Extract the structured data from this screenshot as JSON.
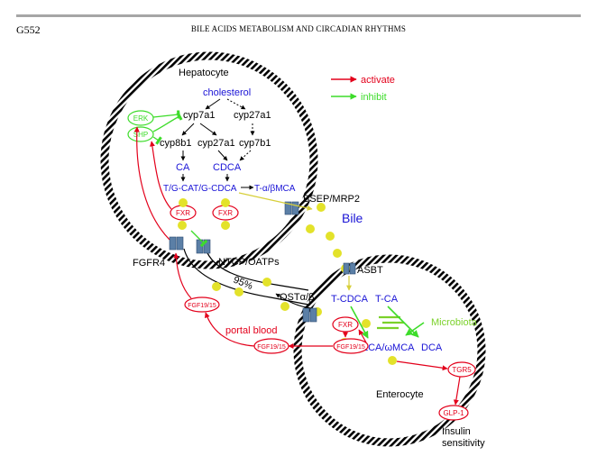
{
  "header": {
    "page_code": "G552",
    "running_title": "BILE ACIDS METABOLISM AND CIRCADIAN RHYTHMS"
  },
  "colors": {
    "activate": "#e3001b",
    "inhibit": "#3ddc2a",
    "bile_acid_blue": "#1a14d6",
    "membrane": "#000000",
    "transporter": "#5b7fa6",
    "bile_dot": "#e3e22a",
    "microbiota": "#7bd12a"
  },
  "legend": {
    "activate": "activate",
    "inhibit": "inhibit"
  },
  "hepatocyte": {
    "label": "Hepatocyte",
    "cholesterol": "cholesterol",
    "cyp7a1": "cyp7a1",
    "cyp27a1_top": "cyp27a1",
    "cyp8b1": "cyp8b1",
    "cyp27a1_mid": "cyp27a1",
    "cyp7b1": "cyp7b1",
    "ca": "CA",
    "cdca": "CDCA",
    "conjugates": "T/G-CAT/G-CDCA",
    "mca": "T-α/βMCA",
    "erk": "ERK",
    "shp": "SHP",
    "fxr_left": "FXR",
    "fxr_right": "FXR"
  },
  "transporters": {
    "bsep": "BSEP/MRP2",
    "ntcp": "NTCP/OATPs",
    "fgfr4": "FGFR4",
    "asbt": "ASBT",
    "ost": "OSTα/β"
  },
  "bile": "Bile",
  "percent": "95%",
  "portal": {
    "portal_blood": "portal blood",
    "fgf_upper": "FGF19/15",
    "fgf_lower": "FGF19/15"
  },
  "enterocyte": {
    "label": "Enterocyte",
    "tcdca": "T-CDCA",
    "tca": "T-CA",
    "microbiota": "Microbiota",
    "lca": "LCA/ωMCA",
    "dca": "DCA",
    "fxr": "FXR",
    "fgf": "FGF19/15",
    "tgr5": "TGR5",
    "glp1": "GLP-1"
  },
  "outcome": {
    "line1": "Insulin",
    "line2": "sensitivity"
  }
}
